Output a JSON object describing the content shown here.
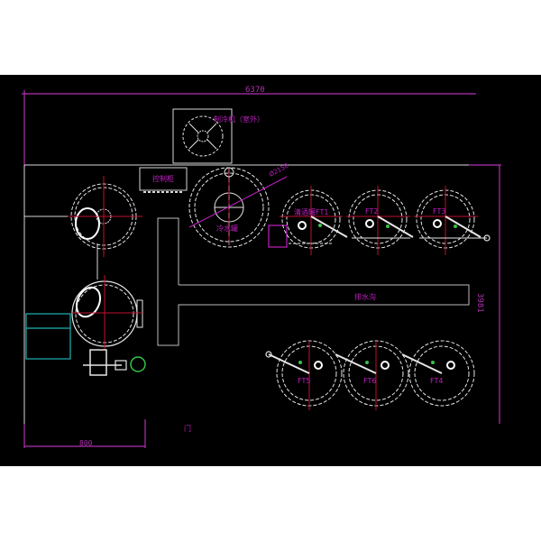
{
  "drawing": {
    "type": "CAD floor plan (brewery equipment layout)",
    "background": "#000000",
    "colors": {
      "wall": "#d8d8d8",
      "dimension": "#b030b0",
      "label": "#c21fc2",
      "centerline": "#c01030",
      "equipment": "#e6e6e6",
      "accent_green": "#36c24a",
      "cabinet_cyan": "#1fb3b3"
    }
  },
  "dimensions": {
    "overall_width": "6370",
    "overall_depth": "3981",
    "left_offset": "800",
    "tank_diameter": "Ø2150"
  },
  "labels": {
    "chiller_outdoor": "制冷机（室外）",
    "control_cabinet": "控制柜",
    "cold_water_tank": "冷水罐",
    "bright_tank": "清酒罐FT1",
    "drain_trench": "排水沟",
    "door": "门"
  },
  "fermenters_top": [
    {
      "id": "FT1",
      "label": "清酒罐FT1"
    },
    {
      "id": "FT2",
      "label": "FT2"
    },
    {
      "id": "FT3",
      "label": "FT3"
    }
  ],
  "fermenters_bottom": [
    {
      "id": "FT5",
      "label": "FT5"
    },
    {
      "id": "FT6",
      "label": "FT6"
    },
    {
      "id": "FT4",
      "label": "FT4"
    }
  ]
}
